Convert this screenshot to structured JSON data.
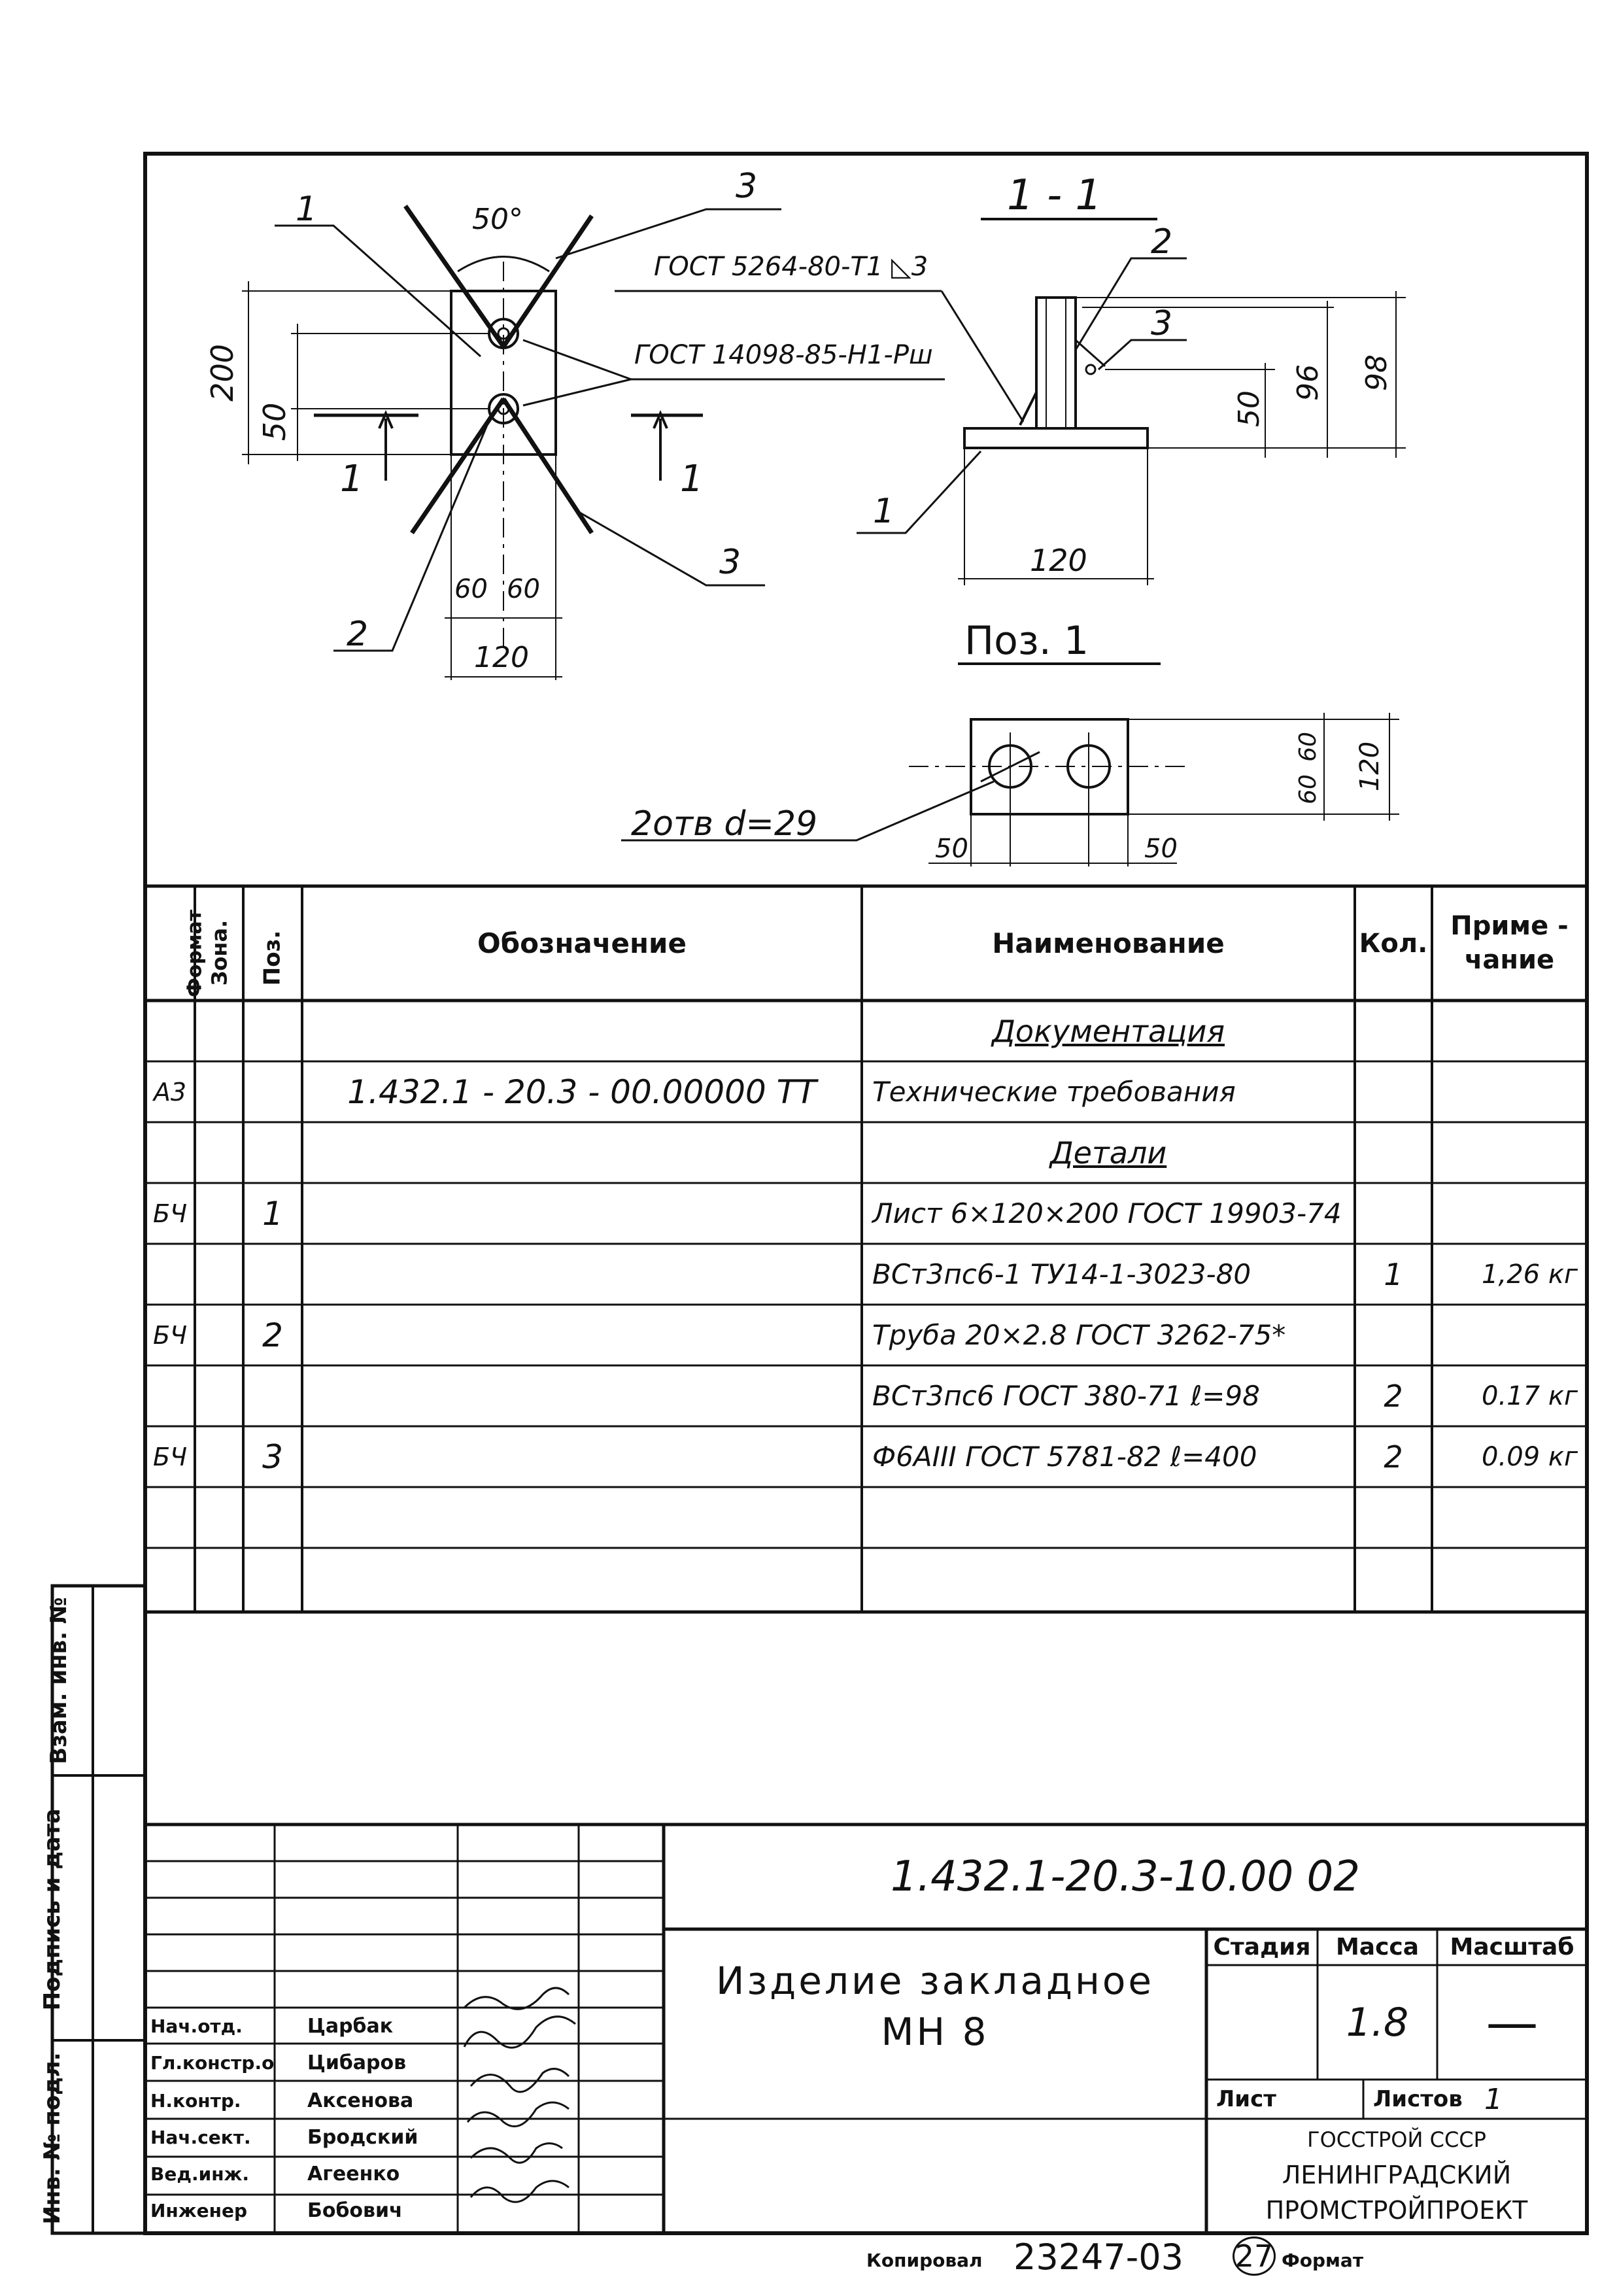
{
  "drawing": {
    "plan_labels": {
      "angle": "50°",
      "leader_1": "1",
      "leader_2": "2",
      "leader_3_top": "3",
      "leader_3_bottom": "3",
      "dim_200": "200",
      "dim_50": "50",
      "dim_60a": "60",
      "dim_60b": "60",
      "dim_120": "120",
      "cut_left": "1",
      "cut_right": "1"
    },
    "weld_top": "ГОСТ 5264-80-Т1 ◺3",
    "weld_mid": "ГОСТ 14098-85-Н1-Рш",
    "section": {
      "title": "1 - 1",
      "pos_1": "1",
      "pos_2": "2",
      "pos_3": "3",
      "dim_50": "50",
      "dim_96": "96",
      "dim_98": "98",
      "dim_120": "120"
    },
    "pos1": {
      "title": "Поз. 1",
      "holes": "2отв d=29",
      "dim_50a": "50",
      "dim_50b": "50",
      "dim_60a": "60",
      "dim_60b": "60",
      "dim_120": "120"
    }
  },
  "spec": {
    "headers": {
      "format": "Формат",
      "zone": "Зона.",
      "pos": "Поз.",
      "designation": "Обозначение",
      "name": "Наименование",
      "qty": "Кол.",
      "note_1": "Приме -",
      "note_2": "чание"
    },
    "rows": [
      {
        "format": "",
        "pos": "",
        "designation": "",
        "name": "Документация",
        "qty": "",
        "note": "",
        "heading": true
      },
      {
        "format": "А3",
        "pos": "",
        "designation": "1.432.1 - 20.3 - 00.00000 ТТ",
        "name": "Технические требования",
        "qty": "",
        "note": "",
        "heading": false
      },
      {
        "format": "",
        "pos": "",
        "designation": "",
        "name": "Детали",
        "qty": "",
        "note": "",
        "heading": true
      },
      {
        "format": "БЧ",
        "pos": "1",
        "designation": "",
        "name": "Лист 6×120×200 ГОСТ 19903-74",
        "qty": "",
        "note": "",
        "heading": false
      },
      {
        "format": "",
        "pos": "",
        "designation": "",
        "name": "ВСт3пс6-1 ТУ14-1-3023-80",
        "qty": "1",
        "note": "1,26 кг",
        "heading": false
      },
      {
        "format": "БЧ",
        "pos": "2",
        "designation": "",
        "name": "Труба 20×2.8 ГОСТ 3262-75*",
        "qty": "",
        "note": "",
        "heading": false
      },
      {
        "format": "",
        "pos": "",
        "designation": "",
        "name": "ВСт3пс6 ГОСТ 380-71   ℓ=98",
        "qty": "2",
        "note": "0.17 кг",
        "heading": false
      },
      {
        "format": "БЧ",
        "pos": "3",
        "designation": "",
        "name": "Ф6АIII ГОСТ 5781-82   ℓ=400",
        "qty": "2",
        "note": "0.09 кг",
        "heading": false
      },
      {
        "format": "",
        "pos": "",
        "designation": "",
        "name": "",
        "qty": "",
        "note": "",
        "heading": false
      },
      {
        "format": "",
        "pos": "",
        "designation": "",
        "name": "",
        "qty": "",
        "note": "",
        "heading": false
      }
    ]
  },
  "side_stamp": {
    "inv_podl": "Инв. № подл.",
    "sign_date": "Подпись и дата",
    "vzam": "Взам. инв. №"
  },
  "title_block": {
    "doc_number": "1.432.1-20.3-10.00 02",
    "title_line1": "Изделие закладное",
    "title_line2": "МН 8",
    "stage_label": "Стадия",
    "mass_label": "Масса",
    "scale_label": "Масштаб",
    "mass_value": "1.8",
    "scale_value": "—",
    "sheet_label": "Лист",
    "sheets_label": "Листов",
    "sheets_value": "1",
    "org_line1": "ГОССТРОЙ СССР",
    "org_line2": "ЛЕНИНГРАДСКИЙ",
    "org_line3": "ПРОМСТРОЙПРОЕКТ",
    "people": [
      {
        "role": "Нач.отд.",
        "name": "Царбак"
      },
      {
        "role": "Гл.констр.отд.",
        "name": "Цибаров"
      },
      {
        "role": "Н.контр.",
        "name": "Аксенова"
      },
      {
        "role": "Нач.сект.",
        "name": "Бродский"
      },
      {
        "role": "Вед.инж.",
        "name": "Агеенко"
      },
      {
        "role": "Инженер",
        "name": "Бобович"
      }
    ]
  },
  "footer": {
    "copied_label": "Копировал",
    "copy_number": "23247-03",
    "copy_sheet": "27",
    "format_label": "Формат"
  }
}
